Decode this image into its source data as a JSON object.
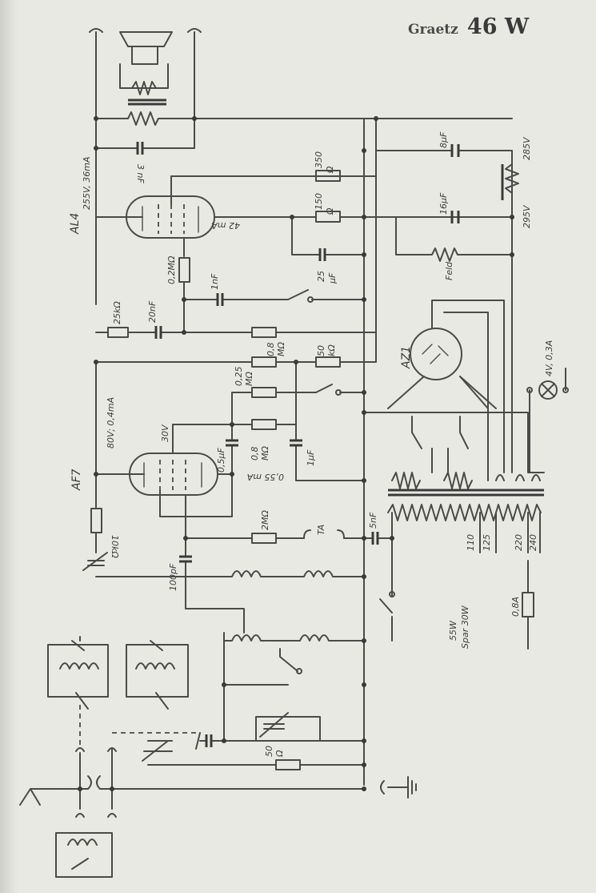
{
  "title": {
    "brand": "Graetz",
    "model": "46 W"
  },
  "tubes": [
    {
      "name": "AL4",
      "id": "al4",
      "rating": "255V, 36mA",
      "cathode": "42 mA"
    },
    {
      "name": "AF7",
      "id": "af7",
      "rating": "80V; 0,4mA",
      "screen": "30V",
      "cathode": "0,55 mA"
    },
    {
      "name": "AZ1",
      "id": "az1"
    }
  ],
  "resistors": [
    {
      "id": "r-350",
      "value": "350\nΩ"
    },
    {
      "id": "r-150",
      "value": "150\nΩ"
    },
    {
      "id": "r-02m",
      "value": "0,2MΩ"
    },
    {
      "id": "r-25k",
      "value": "25kΩ"
    },
    {
      "id": "r-08m-top",
      "value": "0,8\nMΩ"
    },
    {
      "id": "r-50k",
      "value": "50\nkΩ"
    },
    {
      "id": "r-025m",
      "value": "0,25\nMΩ"
    },
    {
      "id": "r-08m-low",
      "value": "0,8\nMΩ"
    },
    {
      "id": "r-10k",
      "value": "10kΩ"
    },
    {
      "id": "r-2m",
      "value": "2MΩ"
    },
    {
      "id": "r-50",
      "value": "50\nΩ"
    },
    {
      "id": "r-fuse",
      "value": "0,8A"
    }
  ],
  "capacitors": [
    {
      "id": "c-3nf",
      "value": "3\nnF"
    },
    {
      "id": "c-8uf",
      "value": "8µF"
    },
    {
      "id": "c-16uf",
      "value": "16µF"
    },
    {
      "id": "c-25uf",
      "value": "25\nµF"
    },
    {
      "id": "c-1nf",
      "value": "1nF"
    },
    {
      "id": "c-20nf",
      "value": "20nF"
    },
    {
      "id": "c-05uf",
      "value": "0,5µF"
    },
    {
      "id": "c-1uf",
      "value": "1µF"
    },
    {
      "id": "c-5nf",
      "value": "5nF"
    },
    {
      "id": "c-100pf",
      "value": "100pF"
    }
  ],
  "voltages": {
    "v285": "285V",
    "v295": "295V"
  },
  "field_coil": "Feld",
  "pilot_lamp": "4V, 0,3A",
  "tap_switch": "TA",
  "mains_taps": [
    "110",
    "125",
    "220",
    "240"
  ],
  "power": {
    "line1": "55W",
    "line2": "Spar 30W"
  }
}
